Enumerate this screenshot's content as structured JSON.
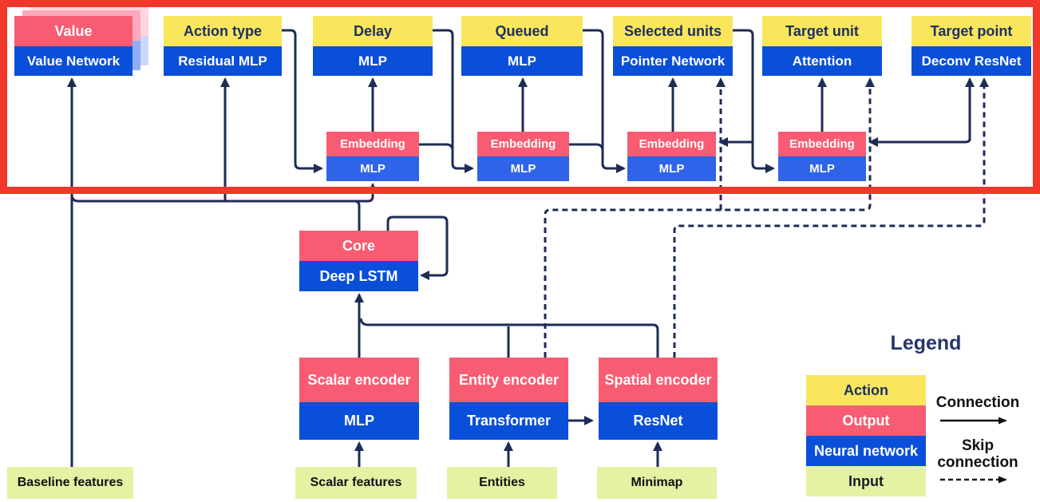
{
  "diagram": {
    "heads": [
      {
        "action": "Value",
        "network": "Value Network"
      },
      {
        "action": "Action type",
        "network": "Residual MLP"
      },
      {
        "action": "Delay",
        "network": "MLP"
      },
      {
        "action": "Queued",
        "network": "MLP"
      },
      {
        "action": "Selected units",
        "network": "Pointer Network"
      },
      {
        "action": "Target unit",
        "network": "Attention"
      },
      {
        "action": "Target point",
        "network": "Deconv ResNet"
      }
    ],
    "embeddings": [
      {
        "label": "Embedding",
        "network": "MLP"
      },
      {
        "label": "Embedding",
        "network": "MLP"
      },
      {
        "label": "Embedding",
        "network": "MLP"
      },
      {
        "label": "Embedding",
        "network": "MLP"
      }
    ],
    "core": {
      "label": "Core",
      "network": "Deep LSTM"
    },
    "encoders": [
      {
        "label": "Scalar encoder",
        "network": "MLP"
      },
      {
        "label": "Entity encoder",
        "network": "Transformer"
      },
      {
        "label": "Spatial encoder",
        "network": "ResNet"
      }
    ],
    "inputs": [
      "Baseline features",
      "Scalar features",
      "Entities",
      "Minimap"
    ],
    "legend": {
      "title": "Legend",
      "items": [
        {
          "label": "Action",
          "type": "action"
        },
        {
          "label": "Output",
          "type": "output"
        },
        {
          "label": "Neural network",
          "type": "neural-network"
        },
        {
          "label": "Input",
          "type": "input"
        }
      ],
      "connection_label": "Connection",
      "skip_line1": "Skip",
      "skip_line2": "connection"
    },
    "colors": {
      "action_yellow": "#f9e65c",
      "output_pink": "#f85c72",
      "network_blue": "#0a4fd9",
      "embedding_blue": "#2f63e8",
      "input_green": "#e4f2a4",
      "line_navy": "#1d2c55",
      "annotation_red": "#f0382b"
    }
  }
}
